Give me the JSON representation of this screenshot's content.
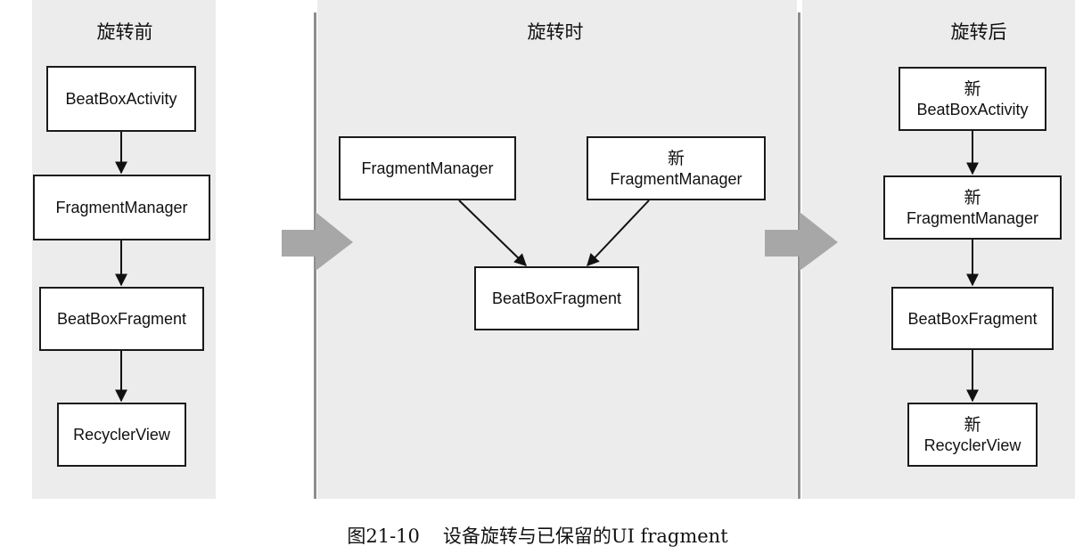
{
  "columns": {
    "before": {
      "title": "旋转前"
    },
    "during": {
      "title": "旋转时"
    },
    "after": {
      "title": "旋转后"
    }
  },
  "before": {
    "activity": "BeatBoxActivity",
    "manager": "FragmentManager",
    "fragment": "BeatBoxFragment",
    "recycler": "RecyclerView"
  },
  "during": {
    "old_manager": "FragmentManager",
    "new_prefix": "新",
    "new_manager": "FragmentManager",
    "fragment": "BeatBoxFragment"
  },
  "after": {
    "new_prefix": "新",
    "activity": "BeatBoxActivity",
    "manager": "FragmentManager",
    "fragment": "BeatBoxFragment",
    "recycler": "RecyclerView"
  },
  "caption": {
    "figure_number": "图21-10",
    "text": "设备旋转与已保留的UI fragment"
  },
  "colors": {
    "panel": "#ececec",
    "divider": "#8e8e8e",
    "big_arrow": "#a7a7a7",
    "box_border": "#1a1a1a"
  }
}
